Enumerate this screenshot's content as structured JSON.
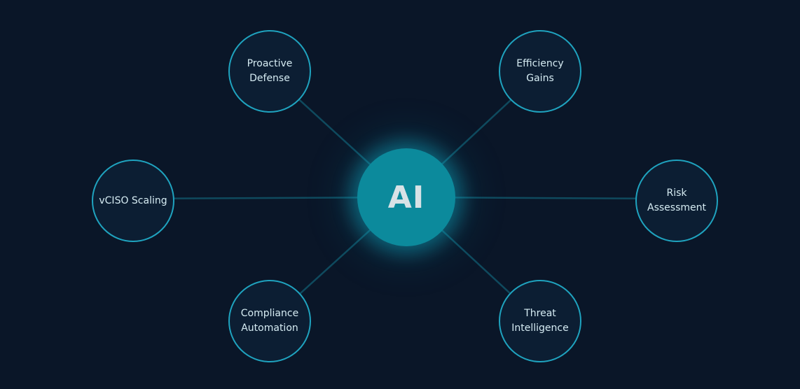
{
  "hub": {
    "label": "AI"
  },
  "nodes": {
    "proactive_defense": "Proactive\nDefense",
    "efficiency_gains": "Efficiency Gains",
    "vciso_scaling": "vCISO Scaling",
    "risk_assessment": "Risk\nAssessment",
    "compliance_automation": "Compliance\nAutomation",
    "threat_intelligence": "Threat\nIntelligence"
  },
  "colors": {
    "background": "#0a1628",
    "node_border": "#1fa3bf",
    "node_fill": "#0c1e33",
    "hub_fill": "#0c8a9c",
    "link": "#0f4a5e"
  }
}
